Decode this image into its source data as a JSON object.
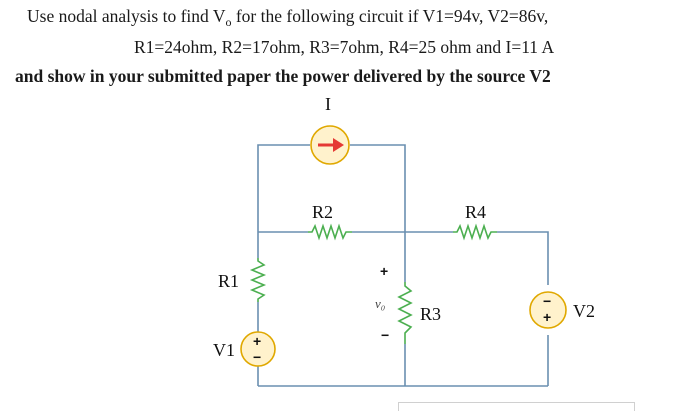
{
  "problem": {
    "line1_prefix": "Use nodal analysis to find V",
    "line1_sub": "o",
    "line1_suffix": " for the following circuit if V1=94v, V2=86v,",
    "line2": "R1=24ohm, R2=17ohm, R3=7ohm, R4=25 ohm and I=11 A",
    "line3": "and show in your submitted paper the power delivered by the source V2"
  },
  "circuit": {
    "labels": {
      "current_source": "I",
      "r1": "R1",
      "r2": "R2",
      "r3": "R3",
      "r4": "R4",
      "v1": "V1",
      "v2": "V2",
      "vo": "v₀",
      "vo_plus": "+",
      "vo_minus": "−",
      "v1_plus": "+",
      "v1_minus": "−",
      "v2_plus": "+",
      "v2_minus": "−"
    },
    "colors": {
      "wire": "#6a8fb0",
      "resistor": "#4caf50",
      "source_fill": "#fff2cc",
      "source_stroke": "#e0a800",
      "arrow": "#e53935"
    },
    "icons": {
      "current_source": "current-source-arrow-right-icon",
      "voltage_source": "voltage-source-icon",
      "resistor": "resistor-zigzag-icon"
    }
  }
}
